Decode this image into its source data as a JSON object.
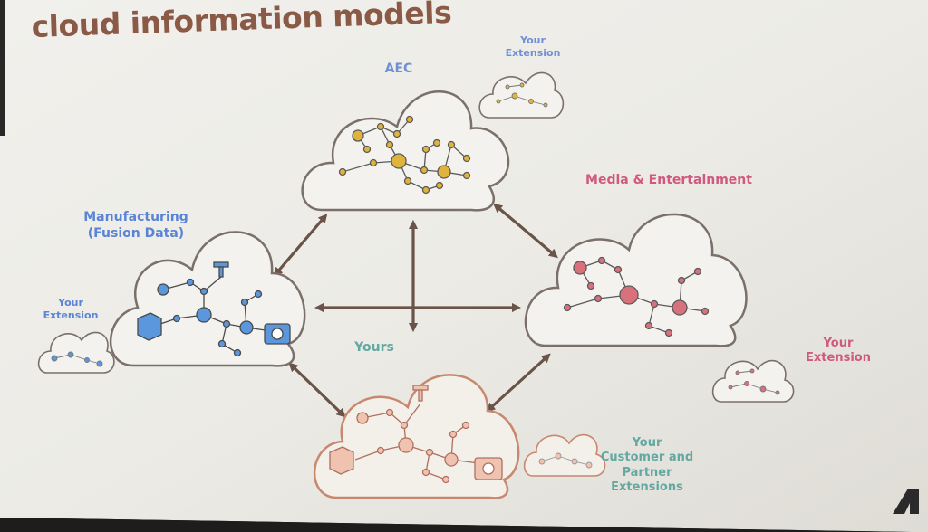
{
  "slide": {
    "title": "cloud information models",
    "clouds": {
      "aec": "AEC",
      "manufacturing_line1": "Manufacturing",
      "manufacturing_line2": "(Fusion Data)",
      "media": "Media & Entertainment",
      "yours": "Yours"
    },
    "extensions": {
      "top_line1": "Your",
      "top_line2": "Extension",
      "left_line1": "Your",
      "left_line2": "Extension",
      "right_line1": "Your",
      "right_line2": "Extension",
      "bottom_line1": "Your",
      "bottom_line2": "Customer and",
      "bottom_line3": "Partner",
      "bottom_line4": "Extensions"
    }
  },
  "colors": {
    "title": "#8a5a47",
    "aec": "#6f8fd6",
    "manufacturing": "#5b84d6",
    "media": "#d1587e",
    "yours": "#63a8a1",
    "yours_graph": "#d98a70",
    "cloud_outline": "#7b6f6a",
    "arrow": "#6a5348",
    "aec_graph": "#e0b43a",
    "manufacturing_graph": "#5b97dd",
    "media_graph": "#d9717c"
  }
}
